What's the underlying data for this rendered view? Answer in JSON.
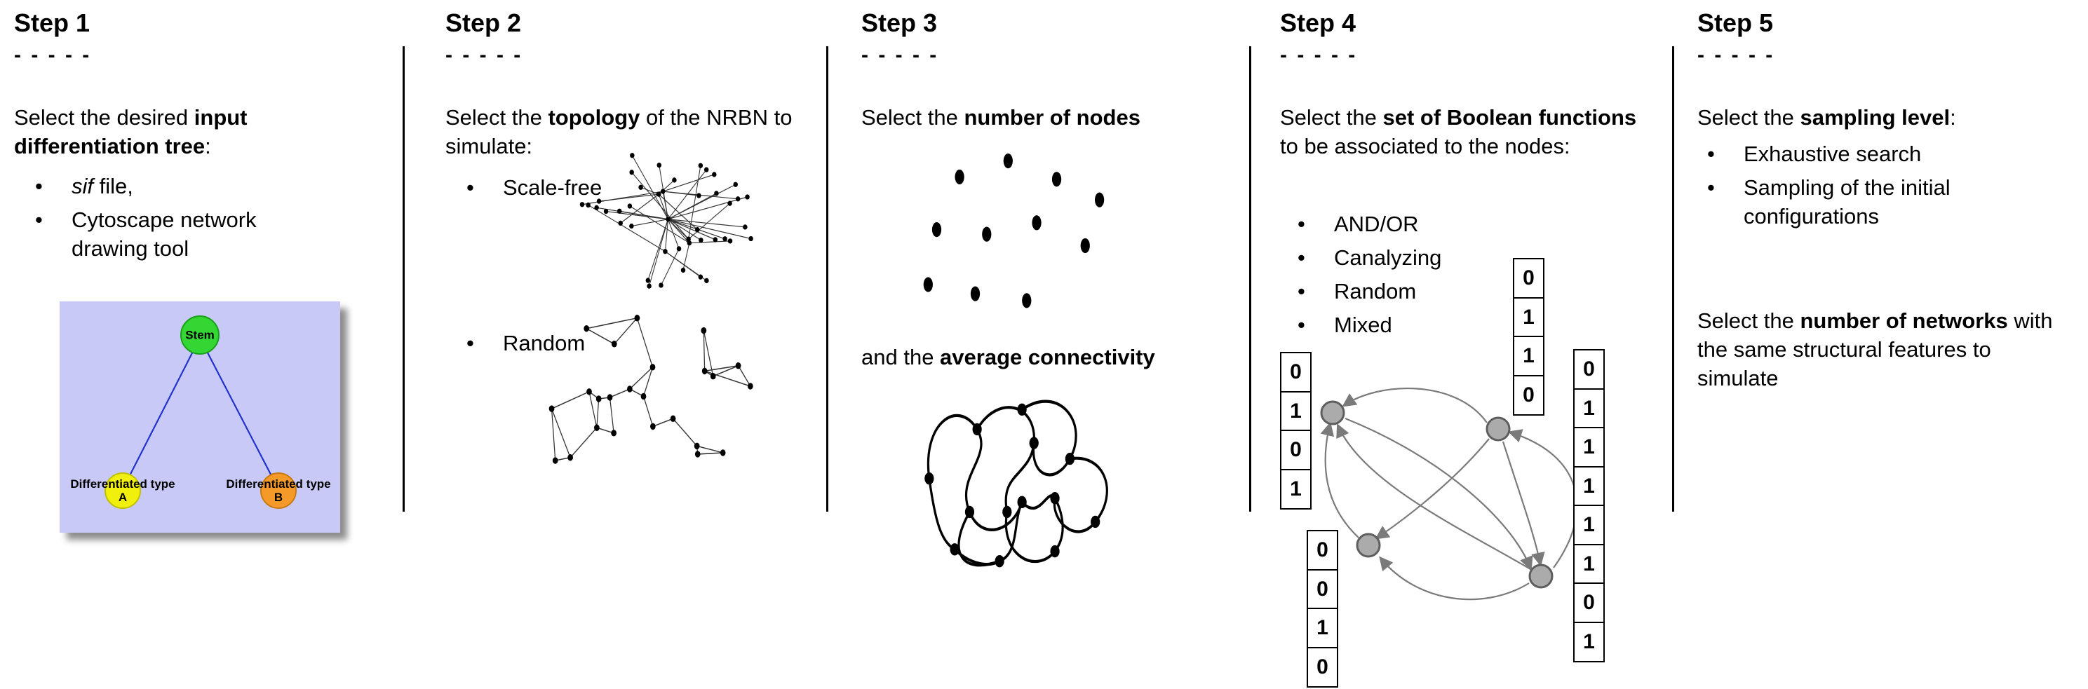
{
  "glyphs": {
    "bullet": "•"
  },
  "colors": {
    "text": "#000000",
    "divider": "#000000",
    "tree_background": "#c9c9f8",
    "stem_node": "#33d633",
    "type_a_node": "#f0f00c",
    "type_b_node": "#f59a28",
    "tree_edge": "#2233cc",
    "bool_node": "#ababab",
    "arrow": "#7a7a7a"
  },
  "steps": [
    {
      "title": "Step 1",
      "dashes": "- - - - -",
      "intro": {
        "pre": "Select the desired ",
        "bold": "input differentiation tree",
        "post": ":"
      },
      "bullets": [
        {
          "italic": "sif",
          "text": " file,"
        },
        {
          "text": "Cytoscape network drawing tool"
        }
      ],
      "tree": {
        "root_label": "Stem",
        "left_label": "Differentiated type A",
        "right_label": "Differentiated type B"
      }
    },
    {
      "title": "Step 2",
      "dashes": "- - - - -",
      "intro": {
        "pre": "Select the ",
        "bold": "topology",
        "post": " of the NRBN to simulate:"
      },
      "bullets": [
        {
          "text": "Scale-free"
        },
        {
          "text": "Random"
        }
      ]
    },
    {
      "title": "Step 3",
      "dashes": "- - - - -",
      "intro": {
        "pre": "Select the ",
        "bold": "number of nodes",
        "post": ""
      },
      "second": {
        "pre": "and the ",
        "bold": "average connectivity",
        "post": ""
      }
    },
    {
      "title": "Step 4",
      "dashes": "- - - - -",
      "intro": {
        "pre": "Select the ",
        "bold": "set of Boolean functions",
        "post": " to be associated to the nodes:"
      },
      "bullets": [
        {
          "text": "AND/OR"
        },
        {
          "text": "Canalyzing"
        },
        {
          "text": "Random"
        },
        {
          "text": "Mixed"
        }
      ],
      "truth_tables": {
        "left": [
          "0",
          "1",
          "0",
          "1"
        ],
        "top": [
          "0",
          "1",
          "1",
          "0"
        ],
        "bottom_left": [
          "0",
          "0",
          "1",
          "0"
        ],
        "right": [
          "0",
          "1",
          "1",
          "1",
          "1",
          "1",
          "0",
          "1"
        ]
      }
    },
    {
      "title": "Step 5",
      "dashes": "- - - - -",
      "intro": {
        "pre": "Select the ",
        "bold": "sampling level",
        "post": ":"
      },
      "bullets": [
        {
          "text": "Exhaustive search"
        },
        {
          "text": "Sampling of the initial configurations"
        }
      ],
      "second": {
        "pre": "Select the ",
        "bold": "number of networks",
        "post": " with the same structural features to simulate"
      }
    }
  ]
}
